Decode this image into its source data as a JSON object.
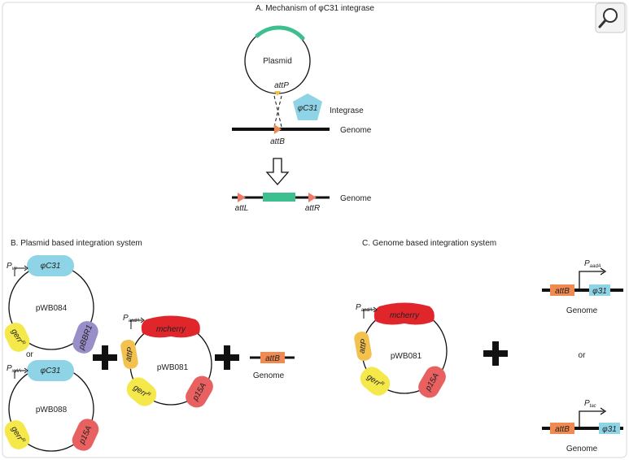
{
  "panelA": {
    "title": "A. Mechanism of φC31 integrase",
    "plasmid": "Plasmid",
    "attP": "attP",
    "attB": "attB",
    "phiC31": "φC31",
    "integrase": "Integrase",
    "genome": "Genome",
    "attL": "attL",
    "attR": "attR",
    "genome2": "Genome"
  },
  "panelB": {
    "title": "B. Plasmid based integration system",
    "p_vir": "P",
    "p_vir_sub": "vir",
    "phiC31_top": "φC31",
    "pWB084": "pWB084",
    "gerR_1": "gerr",
    "gerR_1_sup": "R",
    "pBBR1": "pBBR1",
    "or": "or",
    "p_xylA": "P",
    "p_xylA_sub": "xylA",
    "phiC31_bottom": "φC31",
    "pWB088": "pWB088",
    "gerR_2": "gerr",
    "gerR_2_sup": "R",
    "p15A_1": "p15A",
    "p_aadA_mid": "P",
    "p_aadA_mid_sub": "aadA",
    "mcherry_mid": "mcherry",
    "attP_mid": "attP",
    "pWB081_mid": "pWB081",
    "gerR_3": "gerr",
    "gerR_3_sup": "R",
    "p15A_2": "p15A",
    "attB": "attB",
    "genome": "Genome"
  },
  "panelC": {
    "title": "C. Genome based integration system",
    "p_aadA": "P",
    "p_aadA_sub": "aadA",
    "mcherry": "mcherry",
    "attP": "attP",
    "pWB081": "pWB081",
    "gerR": "gerr",
    "gerR_sup": "R",
    "p15A": "p15A",
    "p_top": "P",
    "p_top_sub": "aadA",
    "attB_top": "attB",
    "phi31_top": "φ31",
    "genome_top": "Genome",
    "or": "or",
    "p_bot": "P",
    "p_bot_sub": "tac",
    "attB_bot": "attB",
    "phi31_bot": "φ31",
    "genome_bot": "Genome"
  },
  "colors": {
    "teal": "#3dbf8f",
    "orange": "#f08a50",
    "yellow": "#f5e84a",
    "blue": "#8fd3e6",
    "purple": "#9a8ec8",
    "red": "#e86060",
    "bright_red": "#e0262b",
    "salmon": "#f07b6a"
  },
  "toolbar": {
    "zoom_icon": "magnifier-icon"
  }
}
